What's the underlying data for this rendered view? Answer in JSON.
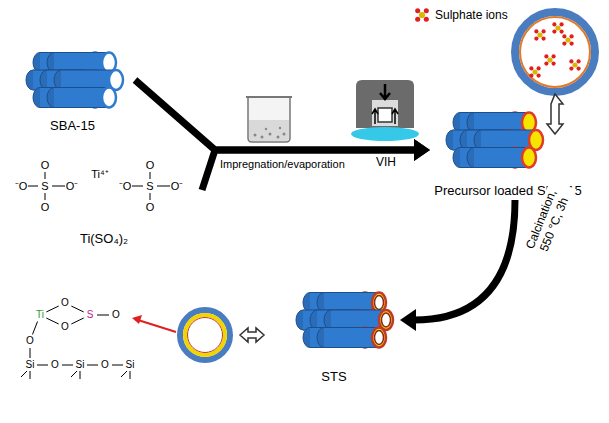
{
  "diagram": {
    "nodes": [
      {
        "text": [
          "SBA-15"
        ]
      },
      {
        "text": [
          "Ti(SO₄)₂"
        ]
      },
      {
        "text": [
          "Precursor loaded SBA-15"
        ]
      },
      {
        "text": [
          "STS"
        ]
      }
    ],
    "edges": [
      {
        "from": 0,
        "to": 2,
        "arrow": "to",
        "label": "Impregnation/evaporation"
      },
      {
        "from": 1,
        "to": 2,
        "arrow": "to"
      },
      {
        "from": 2,
        "to": 3,
        "arrow": "to",
        "label": "Calcination, 550 °C, 3h"
      }
    ],
    "labels": [
      "VIH",
      "O",
      "⁻O",
      "S",
      "O⁻",
      "O",
      "Ti⁴⁺",
      "O",
      "⁻O",
      "S",
      "O⁻",
      "O",
      "Ti",
      "O",
      "O",
      "S",
      "O",
      "O",
      "Si",
      "O",
      "Si",
      "O",
      "Si"
    ],
    "legend": [
      {
        "text": "Sulphate ions"
      }
    ]
  }
}
